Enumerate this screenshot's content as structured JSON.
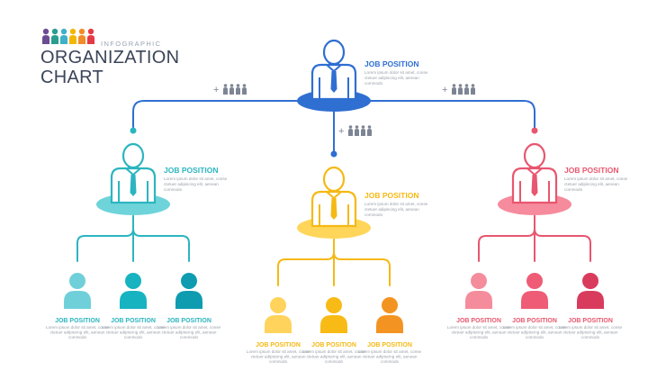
{
  "header": {
    "eyebrow": "INFOGRAPHIC",
    "title_line1": "ORGANIZATION",
    "title_line2": "CHART",
    "logo_colors": [
      "#6a4c93",
      "#2a9d8f",
      "#3fb0c9",
      "#f2b705",
      "#f28c28",
      "#e63946"
    ]
  },
  "colors": {
    "top": "#2f6fd1",
    "top_dark": "#1f4fa3",
    "teal": "#2cb5c0",
    "teal_light": "#6fd3da",
    "yellow": "#f5b915",
    "yellow_light": "#ffd65a",
    "red": "#e8566f",
    "red_light": "#f58b9c",
    "line": "#5a6b85"
  },
  "add_icon": {
    "label": "+",
    "icon": "people-group-icon"
  },
  "top_node": {
    "title": "JOB POSITION",
    "desc1": "Lorem ipsum dolor sit amet, conse",
    "desc2": "ctetuer adipiscing elit, aenean",
    "desc3": "commodo"
  },
  "managers": [
    {
      "color": "teal",
      "title": "JOB POSITION",
      "desc1": "Lorem ipsum dolor sit amet, conse",
      "desc2": "ctetuer adipiscing elit, aenean",
      "desc3": "commodo"
    },
    {
      "color": "yellow",
      "title": "JOB POSITION",
      "desc1": "Lorem ipsum dolor sit amet, conse",
      "desc2": "ctetuer adipiscing elit, aenean",
      "desc3": "commodo"
    },
    {
      "color": "red",
      "title": "JOB POSITION",
      "desc1": "Lorem ipsum dolor sit amet, conse",
      "desc2": "ctetuer adipiscing elit, aenean",
      "desc3": "commodo"
    }
  ],
  "staff": [
    {
      "group": "teal",
      "shade": "#6fd0da",
      "title": "JOB POSITION",
      "desc1": "Lorem ipsum dolor sit amet, conse",
      "desc2": "ctetuer adipiscing elit, aenean",
      "desc3": "commodo"
    },
    {
      "group": "teal",
      "shade": "#17b3c1",
      "title": "JOB POSITION",
      "desc1": "Lorem ipsum dolor sit amet, conse",
      "desc2": "ctetuer adipiscing elit, aenean",
      "desc3": "commodo"
    },
    {
      "group": "teal",
      "shade": "#0f9cb0",
      "title": "JOB POSITION",
      "desc1": "Lorem ipsum dolor sit amet, conse",
      "desc2": "ctetuer adipiscing elit, aenean",
      "desc3": "commodo"
    },
    {
      "group": "yellow",
      "shade": "#ffd35c",
      "title": "JOB POSITION",
      "desc1": "Lorem ipsum dolor sit amet, conse",
      "desc2": "ctetuer adipiscing elit, aenean",
      "desc3": "commodo"
    },
    {
      "group": "yellow",
      "shade": "#f8bb16",
      "title": "JOB POSITION",
      "desc1": "Lorem ipsum dolor sit amet, conse",
      "desc2": "ctetuer adipiscing elit, aenean",
      "desc3": "commodo"
    },
    {
      "group": "yellow",
      "shade": "#f39422",
      "title": "JOB POSITION",
      "desc1": "Lorem ipsum dolor sit amet, conse",
      "desc2": "ctetuer adipiscing elit, aenean",
      "desc3": "commodo"
    },
    {
      "group": "red",
      "shade": "#f58c9c",
      "title": "JOB POSITION",
      "desc1": "Lorem ipsum dolor sit amet, conse",
      "desc2": "ctetuer adipiscing elit, aenean",
      "desc3": "commodo"
    },
    {
      "group": "red",
      "shade": "#ee5c76",
      "title": "JOB POSITION",
      "desc1": "Lorem ipsum dolor sit amet, conse",
      "desc2": "ctetuer adipiscing elit, aenean",
      "desc3": "commodo"
    },
    {
      "group": "red",
      "shade": "#d93b5d",
      "title": "JOB POSITION",
      "desc1": "Lorem ipsum dolor sit amet, conse",
      "desc2": "ctetuer adipiscing elit, aenean",
      "desc3": "commodo"
    }
  ]
}
